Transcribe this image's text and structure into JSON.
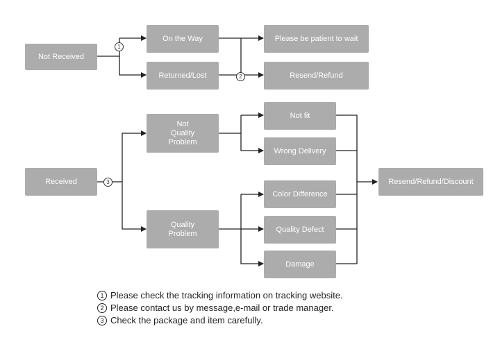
{
  "nodes": {
    "not_received": "Not Received",
    "on_the_way": "On the Way",
    "be_patient": "Please be patient to wait",
    "returned_lost": "Returned/Lost",
    "resend_refund": "Resend/Refund",
    "received": "Received",
    "not_quality_problem": "Not\nQuality\nProblem",
    "quality_problem": "Quality\nProblem",
    "not_fit": "Not fit",
    "wrong_delivery": "Wrong Delivery",
    "color_difference": "Color Difference",
    "quality_defect": "Quality Defect",
    "damage": "Damage",
    "resend_refund_discount": "Resend/Refund/Discount"
  },
  "markers": {
    "m1": "1",
    "m2": "2",
    "m3": "3"
  },
  "notes": [
    {
      "num": "1",
      "text": "Please check the tracking information on tracking website."
    },
    {
      "num": "2",
      "text": "Please contact us by message,e-mail or trade manager."
    },
    {
      "num": "3",
      "text": "Check the package and item carefully."
    }
  ]
}
